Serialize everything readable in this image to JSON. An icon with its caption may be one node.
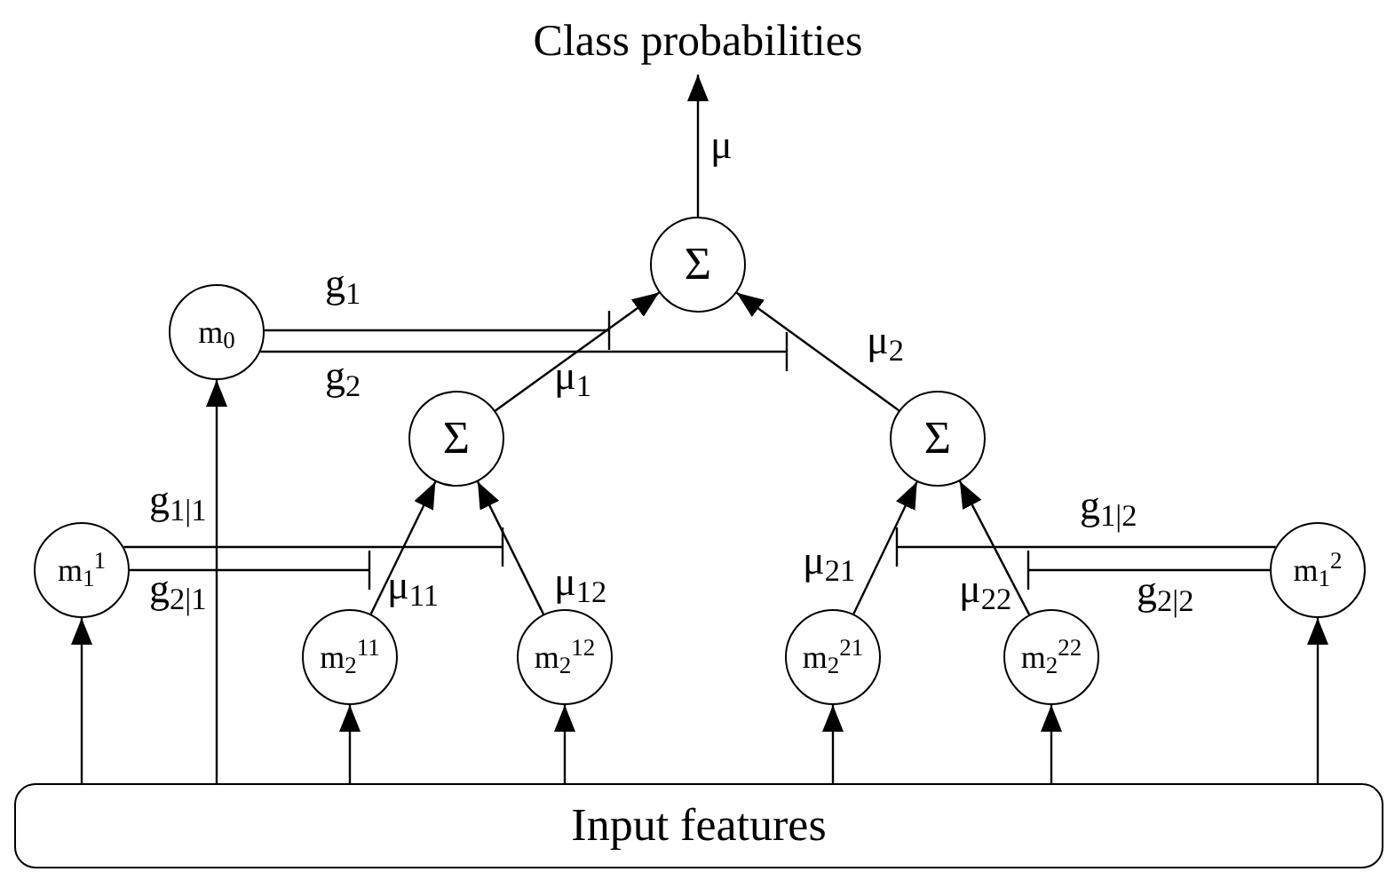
{
  "diagram": {
    "nodes": [
      {
        "text": [
          "Class probabilities"
        ]
      },
      {
        "text": [
          "Σ"
        ]
      },
      {
        "text": [
          "m$_{0}$"
        ]
      },
      {
        "text": [
          "Σ"
        ]
      },
      {
        "text": [
          "Σ"
        ]
      },
      {
        "text": [
          "m$_{1}$$^{1}$"
        ]
      },
      {
        "text": [
          "m$_{2}$$^{11}$"
        ]
      },
      {
        "text": [
          "m$_{2}$$^{12}$"
        ]
      },
      {
        "text": [
          "m$_{2}$$^{21}$"
        ]
      },
      {
        "text": [
          "m$_{2}$$^{22}$"
        ]
      },
      {
        "text": [
          "m$_{1}$$^{2}$"
        ]
      },
      {
        "text": [
          "Input features"
        ]
      }
    ],
    "edges": [
      {
        "from": 1,
        "to": 0,
        "arrow": "to",
        "label": "μ"
      },
      {
        "from": 3,
        "to": 1,
        "arrow": "to",
        "label": "μ$_{1}$"
      },
      {
        "from": 4,
        "to": 1,
        "arrow": "to",
        "label": "μ$_{2}$"
      },
      {
        "from": 6,
        "to": 3,
        "arrow": "to",
        "label": "μ$_{11}$"
      },
      {
        "from": 7,
        "to": 3,
        "arrow": "to",
        "label": "μ$_{12}$"
      },
      {
        "from": 8,
        "to": 4,
        "arrow": "to",
        "label": "μ$_{21}$"
      },
      {
        "from": 9,
        "to": 4,
        "arrow": "to",
        "label": "μ$_{22}$"
      },
      {
        "from": 2,
        "to": 1,
        "arrow": "other",
        "label": "g$_{1}$"
      },
      {
        "from": 2,
        "to": 1,
        "arrow": "other",
        "label": "g$_{2}$"
      },
      {
        "from": 5,
        "to": 3,
        "arrow": "other",
        "label": "g$_{1|1}$"
      },
      {
        "from": 5,
        "to": 6,
        "arrow": "other",
        "label": "g$_{2|1}$"
      },
      {
        "from": 10,
        "to": 4,
        "arrow": "other",
        "label": "g$_{1|2}$"
      },
      {
        "from": 10,
        "to": 9,
        "arrow": "other",
        "label": "g$_{2|2}$"
      },
      {
        "from": 11,
        "to": 2,
        "arrow": "to"
      },
      {
        "from": 11,
        "to": 5,
        "arrow": "to"
      },
      {
        "from": 11,
        "to": 6,
        "arrow": "to"
      },
      {
        "from": 11,
        "to": 7,
        "arrow": "to"
      },
      {
        "from": 11,
        "to": 8,
        "arrow": "to"
      },
      {
        "from": 11,
        "to": 9,
        "arrow": "to"
      },
      {
        "from": 11,
        "to": 10,
        "arrow": "to"
      }
    ]
  }
}
